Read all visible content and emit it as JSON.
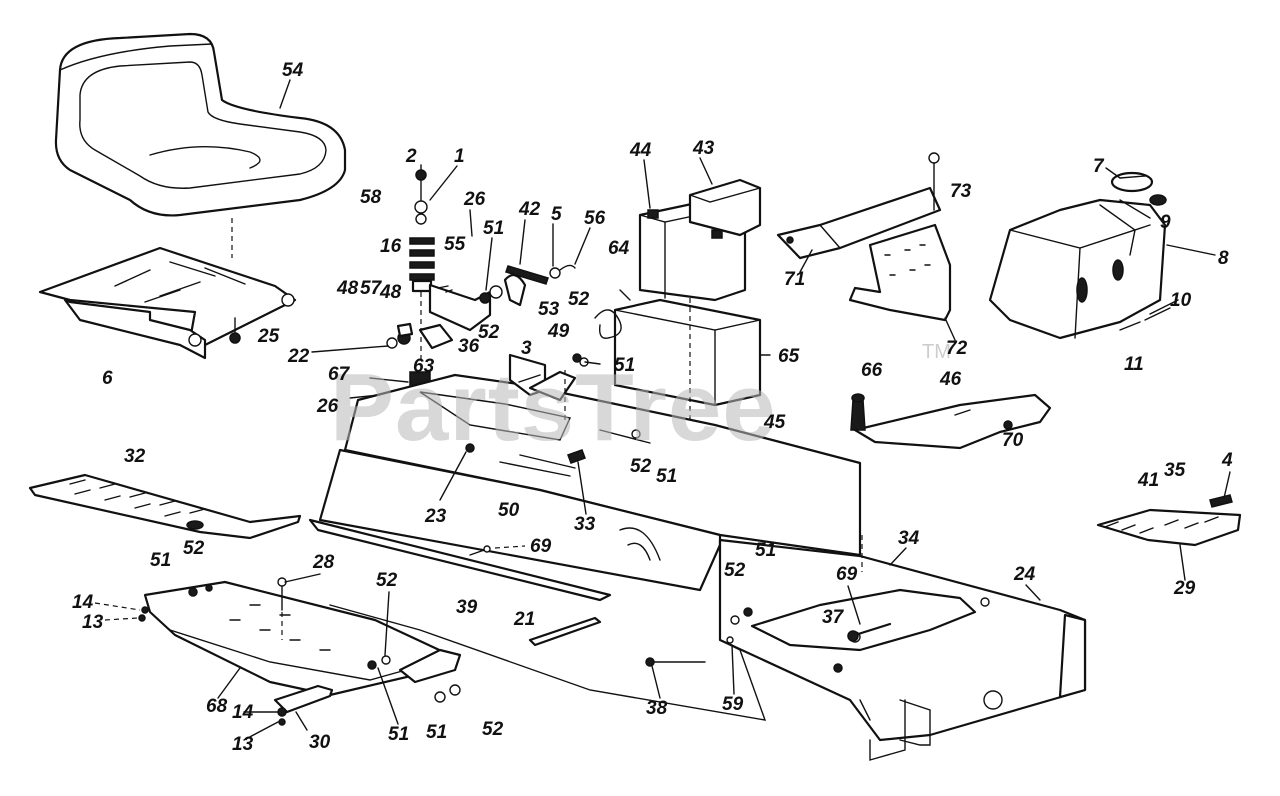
{
  "watermark": {
    "text": "PartsTree",
    "trademark": "TM"
  },
  "callouts": [
    {
      "id": "c54",
      "label": "54"
    },
    {
      "id": "c2",
      "label": "2"
    },
    {
      "id": "c1",
      "label": "1"
    },
    {
      "id": "c58",
      "label": "58"
    },
    {
      "id": "c16",
      "label": "16"
    },
    {
      "id": "c26a",
      "label": "26"
    },
    {
      "id": "c51a",
      "label": "51"
    },
    {
      "id": "c55",
      "label": "55"
    },
    {
      "id": "c42",
      "label": "42"
    },
    {
      "id": "c5",
      "label": "5"
    },
    {
      "id": "c56",
      "label": "56"
    },
    {
      "id": "c44",
      "label": "44"
    },
    {
      "id": "c43",
      "label": "43"
    },
    {
      "id": "c7",
      "label": "7"
    },
    {
      "id": "c73",
      "label": "73"
    },
    {
      "id": "c9",
      "label": "9"
    },
    {
      "id": "c8",
      "label": "8"
    },
    {
      "id": "c25",
      "label": "25"
    },
    {
      "id": "c6",
      "label": "6"
    },
    {
      "id": "c48a",
      "label": "48"
    },
    {
      "id": "c57",
      "label": "57"
    },
    {
      "id": "c48b",
      "label": "48"
    },
    {
      "id": "c22",
      "label": "22"
    },
    {
      "id": "c63",
      "label": "63"
    },
    {
      "id": "c36",
      "label": "36"
    },
    {
      "id": "c52a",
      "label": "52"
    },
    {
      "id": "c53",
      "label": "53"
    },
    {
      "id": "c64",
      "label": "64"
    },
    {
      "id": "c52b",
      "label": "52"
    },
    {
      "id": "c49",
      "label": "49"
    },
    {
      "id": "c3",
      "label": "3"
    },
    {
      "id": "c51b",
      "label": "51"
    },
    {
      "id": "c65",
      "label": "65"
    },
    {
      "id": "c71",
      "label": "71"
    },
    {
      "id": "c72",
      "label": "72"
    },
    {
      "id": "c10",
      "label": "10"
    },
    {
      "id": "c11",
      "label": "11"
    },
    {
      "id": "c67",
      "label": "67"
    },
    {
      "id": "c26b",
      "label": "26"
    },
    {
      "id": "c66",
      "label": "66"
    },
    {
      "id": "c46",
      "label": "46"
    },
    {
      "id": "c45",
      "label": "45"
    },
    {
      "id": "c70",
      "label": "70"
    },
    {
      "id": "c52c",
      "label": "52"
    },
    {
      "id": "c51c",
      "label": "51"
    },
    {
      "id": "c23",
      "label": "23"
    },
    {
      "id": "c50",
      "label": "50"
    },
    {
      "id": "c33",
      "label": "33"
    },
    {
      "id": "c32",
      "label": "32"
    },
    {
      "id": "c4",
      "label": "4"
    },
    {
      "id": "c41",
      "label": "41"
    },
    {
      "id": "c35",
      "label": "35"
    },
    {
      "id": "c29",
      "label": "29"
    },
    {
      "id": "c34",
      "label": "34"
    },
    {
      "id": "c24",
      "label": "24"
    },
    {
      "id": "c69a",
      "label": "69"
    },
    {
      "id": "c51d",
      "label": "51"
    },
    {
      "id": "c52d",
      "label": "52"
    },
    {
      "id": "c28",
      "label": "28"
    },
    {
      "id": "c14a",
      "label": "14"
    },
    {
      "id": "c13a",
      "label": "13"
    },
    {
      "id": "c52e",
      "label": "52"
    },
    {
      "id": "c39",
      "label": "39"
    },
    {
      "id": "c21",
      "label": "21"
    },
    {
      "id": "c52f",
      "label": "52"
    },
    {
      "id": "c51e",
      "label": "51"
    },
    {
      "id": "c69b",
      "label": "69"
    },
    {
      "id": "c37",
      "label": "37"
    },
    {
      "id": "c38",
      "label": "38"
    },
    {
      "id": "c59",
      "label": "59"
    },
    {
      "id": "c68",
      "label": "68"
    },
    {
      "id": "c14b",
      "label": "14"
    },
    {
      "id": "c13b",
      "label": "13"
    },
    {
      "id": "c30",
      "label": "30"
    },
    {
      "id": "c51f",
      "label": "51"
    },
    {
      "id": "c51g",
      "label": "51"
    },
    {
      "id": "c52g",
      "label": "52"
    }
  ]
}
